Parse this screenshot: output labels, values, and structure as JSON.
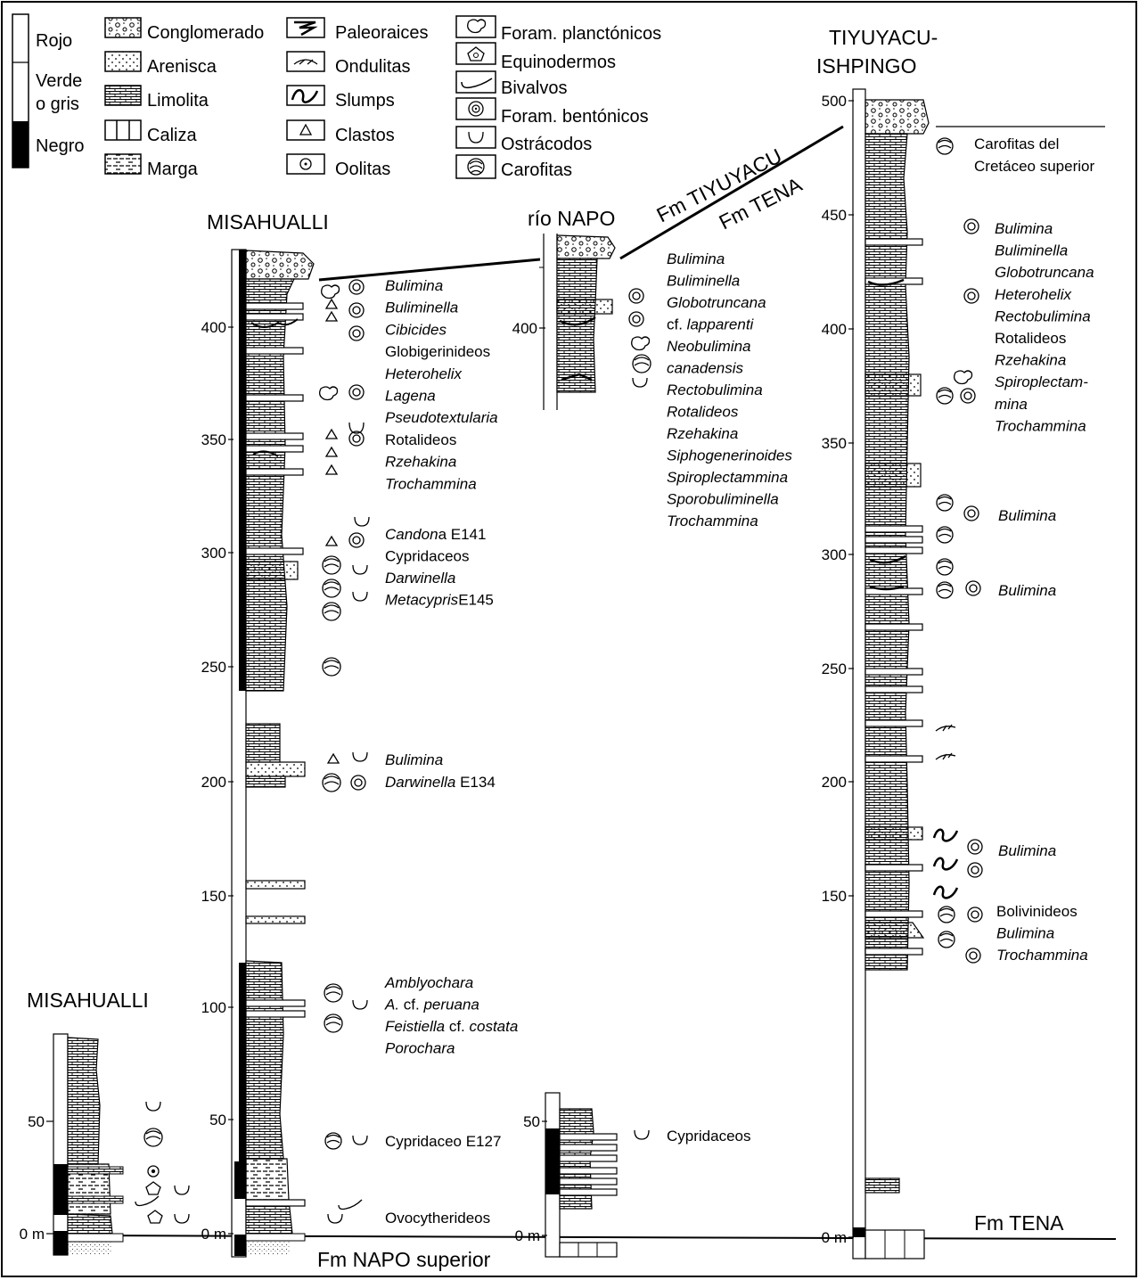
{
  "legend": {
    "colors": [
      {
        "label": "Rojo"
      },
      {
        "label": "Verde\no gris"
      },
      {
        "label": "Negro"
      }
    ],
    "lithology": [
      "Conglomerado",
      "Arenisca",
      "Limolita",
      "Caliza",
      "Marga"
    ],
    "structures": [
      "Paleoraices",
      "Ondulitas",
      "Slumps",
      "Clastos",
      "Oolitas"
    ],
    "fossils": [
      "Foram. planctónicos",
      "Equinodermos",
      "Bivalvos",
      "Foram. bentónicos",
      "Ostrácodos",
      "Carofitas"
    ]
  },
  "titles": {
    "misahualli_small": "MISAHUALLI",
    "misahualli_main": "MISAHUALLI",
    "rio_napo": "río NAPO",
    "tiyuyacu": "TIYUYACU-\nISHPINGO"
  },
  "formations": {
    "tiyuyacu": "Fm TIYUYACU",
    "tena_diag": "Fm TENA",
    "napo_superior": "Fm NAPO superior",
    "tena_bottom": "Fm TENA"
  },
  "ticks": {
    "small": [
      "50",
      "0 m"
    ],
    "main": [
      "400",
      "350",
      "300",
      "250",
      "200",
      "150",
      "100",
      "50",
      "0 m"
    ],
    "napo_upper": [
      "400"
    ],
    "napo_lower": [
      "50",
      "0 m"
    ],
    "tiyu": [
      "500",
      "450",
      "400",
      "350",
      "300",
      "250",
      "200",
      "150",
      "0 m"
    ]
  },
  "fossil_lists": {
    "main_upper": [
      "Bulimina",
      "Buliminella",
      "Cibicides",
      "Globigerinideos",
      "Heterohelix",
      "Lagena",
      "Pseudotextularia",
      "Rotalideos",
      "Rzehakina",
      "Trochammina"
    ],
    "main_mid": [
      "Candona E141",
      "Cypridaceos",
      "Darwinella",
      "MetacyprisE145"
    ],
    "main_200": [
      "Bulimina",
      "Darwinella E134"
    ],
    "main_100": [
      "Amblyochara",
      "A. cf. peruana",
      "Feistiella cf. costata",
      "Porochara"
    ],
    "main_40": [
      "Cypridaceo E127"
    ],
    "main_10": [
      "Ovocytherideos"
    ],
    "napo_upper": [
      "Bulimina",
      "Buliminella",
      "Globotruncana",
      "cf. lapparenti",
      "Neobulimina",
      "canadensis",
      "Rectobulimina",
      "Rotalideos",
      "Rzehakina",
      "Siphogenerinoides",
      "Spiroplectammina",
      "Sporobuliminella",
      "Trochammina"
    ],
    "napo_lower": [
      "Cypridaceos"
    ],
    "tiyu_top": [
      "Carofitas del",
      "Cretáceo superior"
    ],
    "tiyu_450": [
      "Bulimina",
      "Buliminella",
      "Globotruncana",
      "Heterohelix",
      "Rectobulimina",
      "Rotalideos",
      "Rzehakina",
      "Spiroplectam-",
      "mina",
      "Trochammina"
    ],
    "tiyu_320": [
      "Bulimina"
    ],
    "tiyu_285": [
      "Bulimina"
    ],
    "tiyu_170": [
      "Bulimina"
    ],
    "tiyu_140": [
      "Bolivinideos",
      "Bulimina",
      "Trochammina"
    ]
  }
}
